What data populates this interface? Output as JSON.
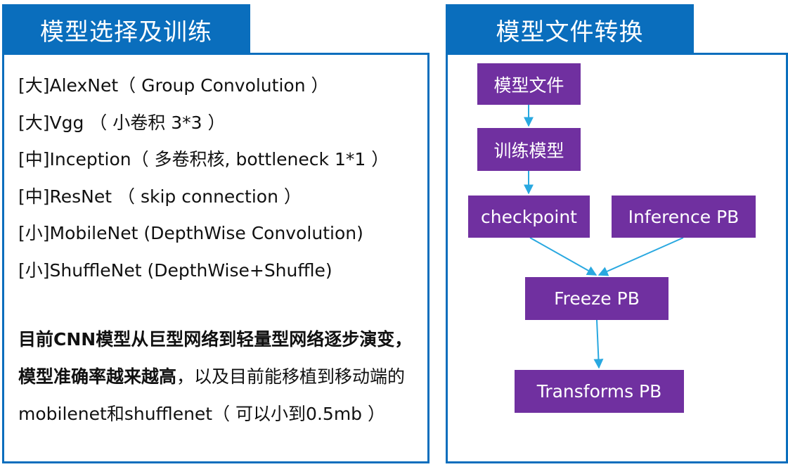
{
  "left_panel": {
    "title": "模型选择及训练",
    "models": [
      "[大]AlexNet（ Group Convolution ）",
      "[大]Vgg （ 小卷积 3*3 ）",
      "[中]Inception（ 多卷积核, bottleneck 1*1 ）",
      "[中]ResNet （ skip connection ）",
      "[小]MobileNet (DepthWise Convolution)",
      "[小]ShuffleNet (DepthWise+Shuffle)"
    ],
    "summary_bold": "目前CNN模型从巨型网络到轻量型网络逐步演变，模型准确率越来越高",
    "summary_rest": "，以及目前能移植到移动端的mobilenet和shufflenet（ 可以小到0.5mb ）"
  },
  "right_panel": {
    "title": "模型文件转换",
    "nodes": {
      "model_file": "模型文件",
      "train_model": "训练模型",
      "checkpoint": "checkpoint",
      "inference_pb": "Inference PB",
      "freeze_pb": "Freeze PB",
      "transforms_pb": "Transforms PB"
    }
  },
  "colors": {
    "panel_blue": "#0a6ebd",
    "node_purple": "#7030a0",
    "arrow_cyan": "#29a8e0"
  }
}
